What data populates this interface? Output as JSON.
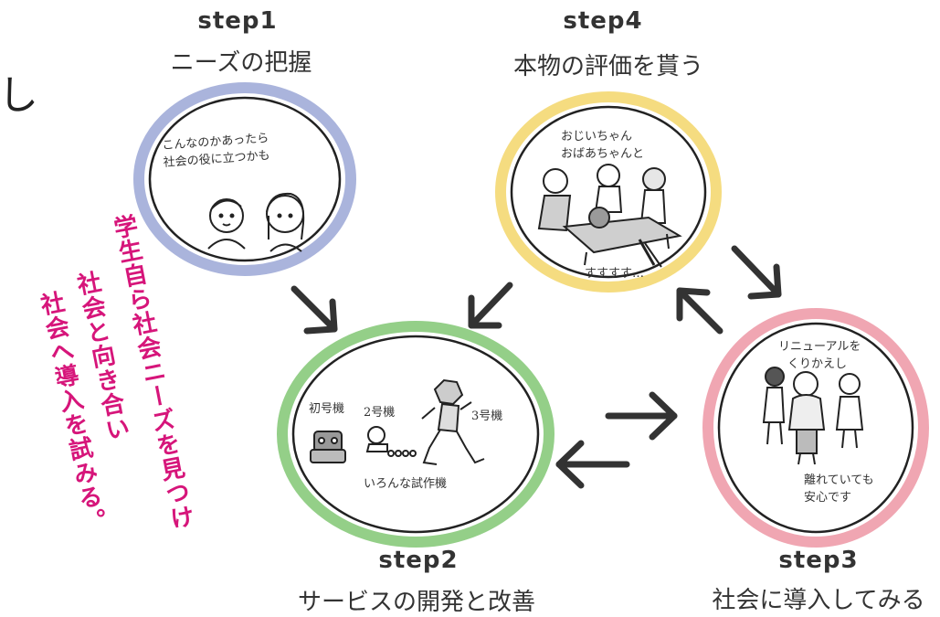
{
  "edge_glyph": "し",
  "steps": {
    "step1": {
      "title": "step1",
      "subtitle": "ニーズの把握",
      "note": [
        "こんなのかあったら",
        "社会の役に立つかも"
      ],
      "ring": "#aab4dc"
    },
    "step4": {
      "title": "step4",
      "subtitle": "本物の評価を貰う",
      "note": [
        "おじいちゃん",
        "おばあちゃんと"
      ],
      "caption": "すすすす…",
      "ring": "#f5dc80"
    },
    "step2": {
      "title": "step2",
      "subtitle": "サービスの開発と改善",
      "labels": [
        "初号機",
        "2号機",
        "3号機"
      ],
      "caption": "いろんな試作機",
      "ring": "#94cf88"
    },
    "step3": {
      "title": "step3",
      "subtitle": "社会に導入してみる",
      "note": [
        "リニューアルを",
        "くりかえし"
      ],
      "caption": [
        "離れていても",
        "安心です"
      ],
      "ring": "#f0a6b2"
    }
  },
  "slogan": [
    "学生自ら社会ニーズを見つけ",
    "社会と向き合い",
    "社会へ導入を試みる。"
  ],
  "colors": {
    "slogan": "#d6157a",
    "arrow": "#333333",
    "text": "#333333"
  }
}
